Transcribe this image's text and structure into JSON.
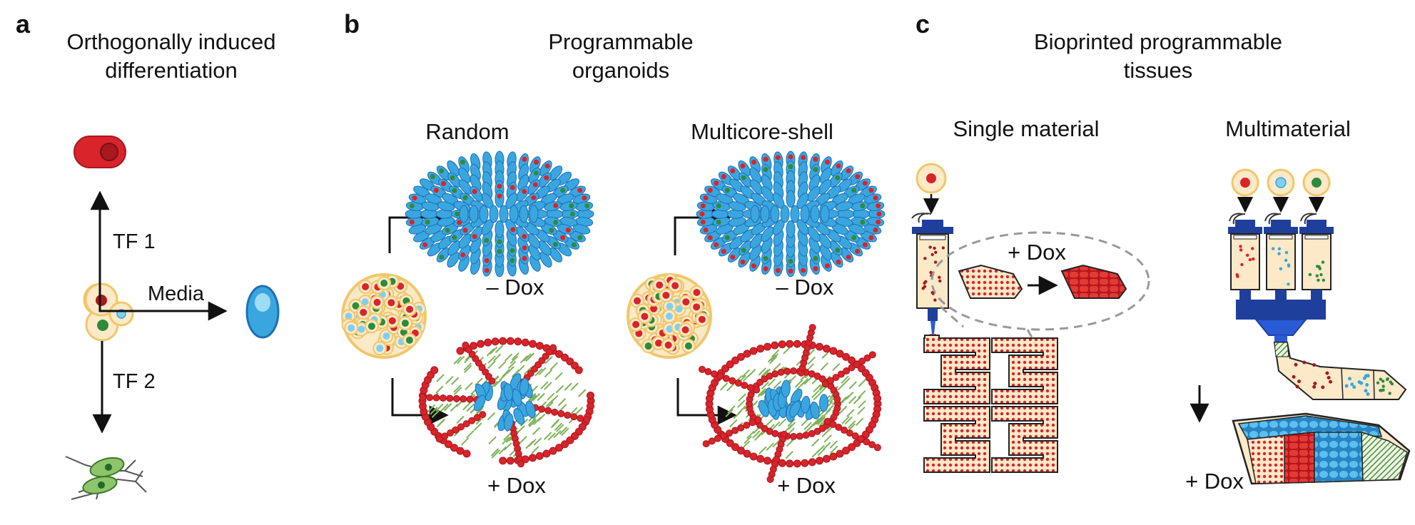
{
  "panels": {
    "a": {
      "letter": "a",
      "title_line1": "Orthogonally induced",
      "title_line2": "differentiation",
      "tf1": "TF 1",
      "tf2": "TF 2",
      "media": "Media"
    },
    "b": {
      "letter": "b",
      "title_line1": "Programmable",
      "title_line2": "organoids",
      "random": "Random",
      "multicore": "Multicore-shell",
      "minus_dox": "– Dox",
      "plus_dox": "+ Dox"
    },
    "c": {
      "letter": "c",
      "title_line1": "Bioprinted programmable",
      "title_line2": "tissues",
      "single": "Single material",
      "multi": "Multimaterial",
      "plus_dox": "+ Dox"
    }
  },
  "colors": {
    "red": "#d9242b",
    "dark_red": "#a6191e",
    "blue": "#3aa6e0",
    "dark_blue": "#1f3f9c",
    "green": "#2e8b3a",
    "light_green": "#7fb35a",
    "cream": "#fbe9c8",
    "cream_edge": "#f1c76b"
  }
}
